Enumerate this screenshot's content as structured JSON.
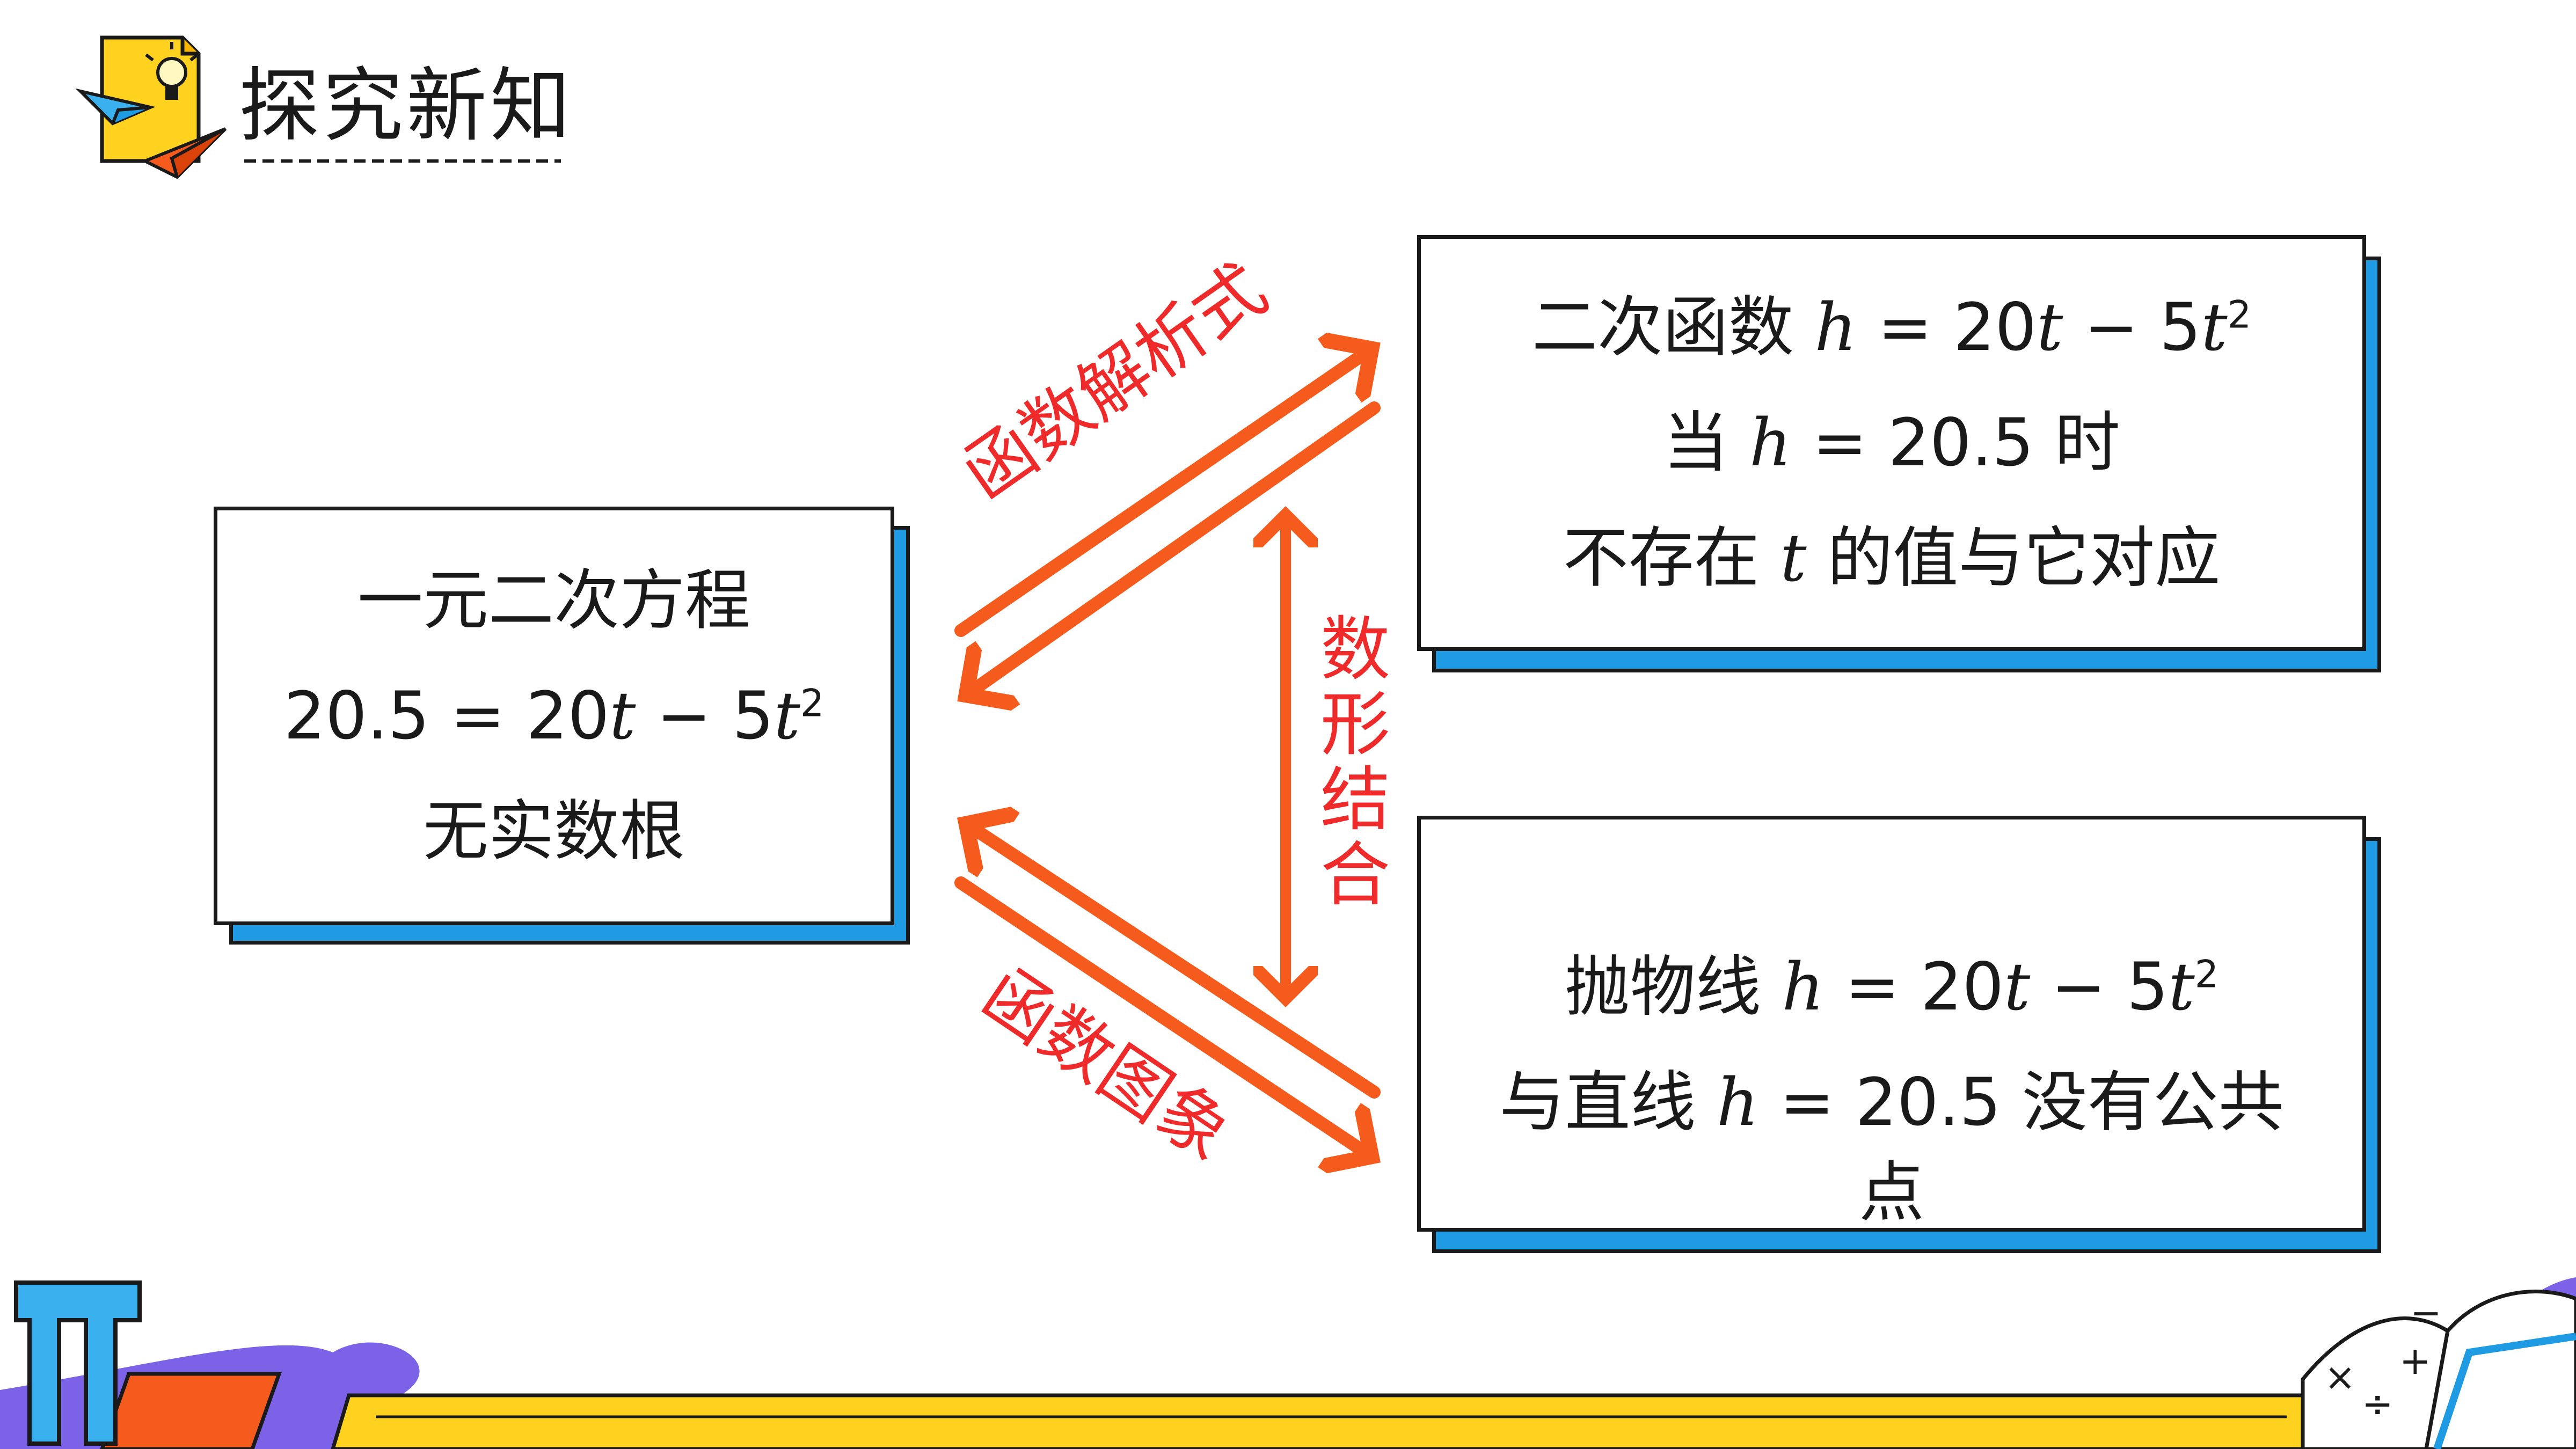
{
  "header": {
    "title": "探究新知"
  },
  "boxes": {
    "left": {
      "line1": "一元二次方程",
      "eq_lhs": "20.5",
      "line3": "无实数根"
    },
    "top_right": {
      "line1_prefix": "二次函数",
      "line2_prefix": "当",
      "line2_value": "20.5",
      "line2_suffix": "时",
      "line3_prefix": "不存在",
      "line3_var": "t",
      "line3_suffix": "的值与它对应"
    },
    "bottom_right": {
      "line1_prefix": "抛物线",
      "line2_prefix": "与直线",
      "line2_value": "20.5",
      "line2_suffix": "没有公共",
      "line3": "点"
    }
  },
  "equation": {
    "var_h": "h",
    "var_t": "t",
    "coef1": "20",
    "coef2": "5",
    "exponent": "2"
  },
  "labels": {
    "upper_arrow": "函数解析式",
    "lower_arrow": "函数图象",
    "vertical_arrow": [
      "数",
      "形",
      "结",
      "合"
    ]
  },
  "colors": {
    "arrow": "#f45b1c",
    "label_red": "#ee2a2a",
    "box_shadow": "#1e9be3",
    "bottom_bar": "#ffd21f",
    "wave": "#7b62e6"
  },
  "icons": [
    "paper-plane-icon",
    "lightbulb-icon",
    "pi-symbol-icon",
    "open-book-icon"
  ]
}
